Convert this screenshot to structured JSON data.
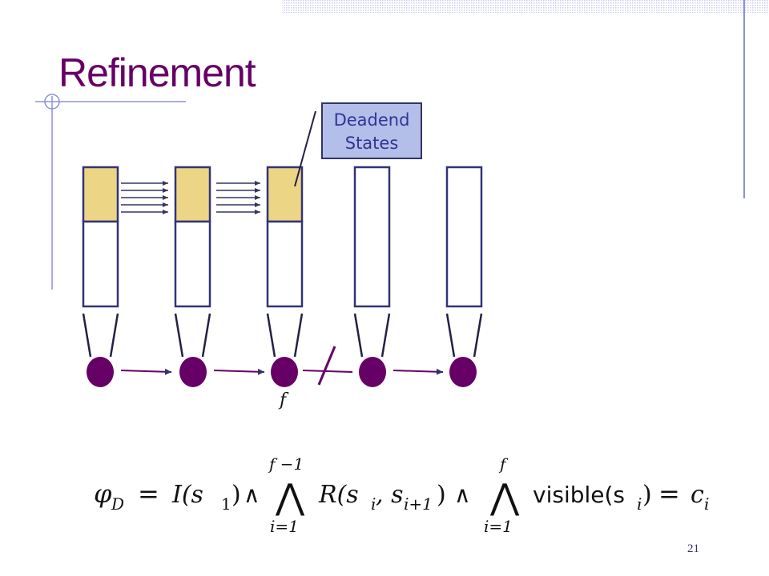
{
  "slide": {
    "title": "Refinement",
    "page_number": "21"
  },
  "callout": {
    "line1": "Deadend",
    "line2": "States"
  },
  "diagram": {
    "state_label_f": "f"
  },
  "formula": {
    "lhs": "φ",
    "lhs_sub": "D",
    "eq": "=",
    "init": "I(s",
    "init_sub": "1",
    "init_close": ")",
    "and1": "∧",
    "big_and_1_top": "f −1",
    "big_and_1_bottom": "i=1",
    "big_and": "⋀",
    "rel": "R(s",
    "rel_sub1": "i",
    "rel_mid": ", s",
    "rel_sub2": "i+1",
    "rel_close": ")",
    "and2": "∧",
    "big_and_2_top": "f",
    "big_and_2_bottom": "i=1",
    "visible": "visible(s",
    "visible_sub": "i",
    "visible_close": ")",
    "eq2": "=",
    "c": "c",
    "c_sub": "i"
  },
  "colors": {
    "title": "#660066",
    "box_border": "#333377",
    "deadend_fill": "#ecd585",
    "state_node": "#660066",
    "arrow": "#333366",
    "callout_fill": "#b3bfe8",
    "callout_text": "#333399"
  }
}
